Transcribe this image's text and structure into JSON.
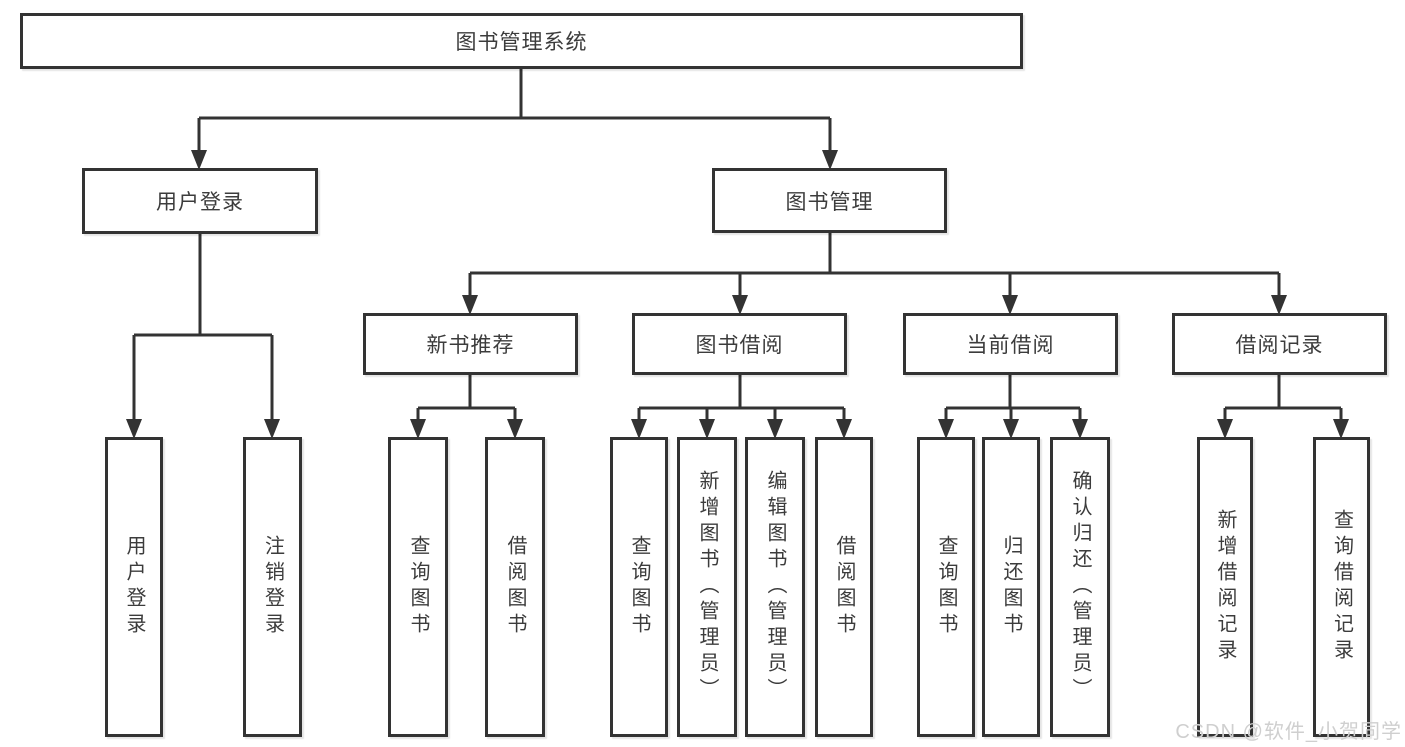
{
  "diagram": {
    "root": {
      "label": "图书管理系统"
    },
    "level2": [
      {
        "label": "用户登录"
      },
      {
        "label": "图书管理"
      }
    ],
    "level3": [
      {
        "label": "新书推荐"
      },
      {
        "label": "图书借阅"
      },
      {
        "label": "当前借阅"
      },
      {
        "label": "借阅记录"
      }
    ],
    "leaves": {
      "user_login": [
        {
          "label": "用户登录"
        },
        {
          "label": "注销登录"
        }
      ],
      "new_book_recommend": [
        {
          "label": "查询图书"
        },
        {
          "label": "借阅图书"
        }
      ],
      "book_borrow": [
        {
          "label": "查询图书"
        },
        {
          "label": "新增图书（管理员）"
        },
        {
          "label": "编辑图书（管理员）"
        },
        {
          "label": "借阅图书"
        }
      ],
      "current_borrow": [
        {
          "label": "查询图书"
        },
        {
          "label": "归还图书"
        },
        {
          "label": "确认归还（管理员）"
        }
      ],
      "borrow_records": [
        {
          "label": "新增借阅记录"
        },
        {
          "label": "查询借阅记录"
        }
      ]
    },
    "watermark": "CSDN @软件_小贺同学",
    "colors": {
      "line": "#333333",
      "text": "#3c3c3c",
      "background": "#ffffff",
      "watermark": "#cfcfcf"
    }
  }
}
